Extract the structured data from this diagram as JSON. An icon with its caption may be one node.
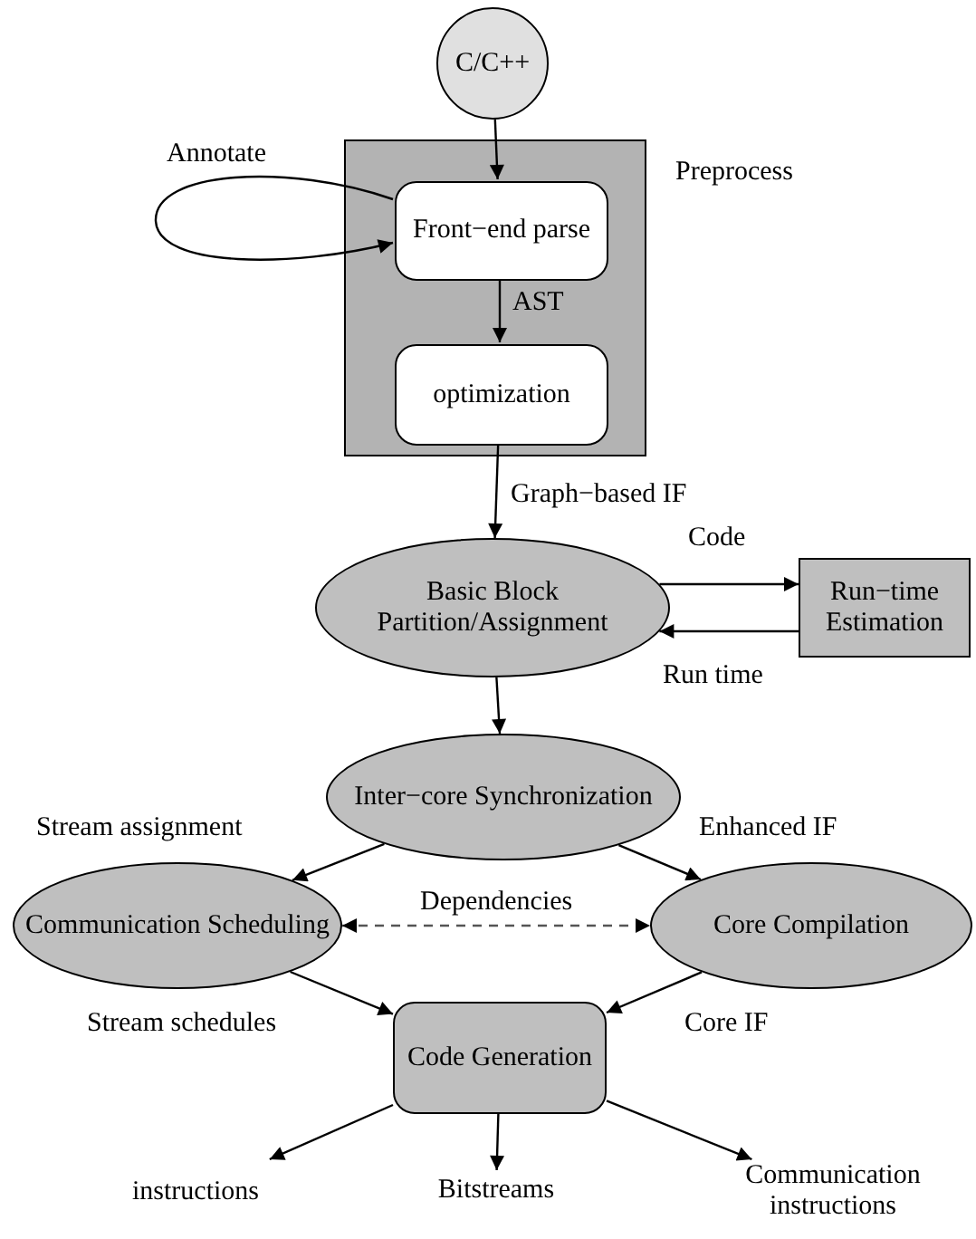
{
  "diagram": {
    "nodes": [
      {
        "text": [
          "C/C++"
        ]
      },
      {
        "text": [
          "Preprocess"
        ]
      },
      {
        "text": [
          "Front−end parse"
        ],
        "in": 1
      },
      {
        "text": [
          "optimization"
        ],
        "in": 1
      },
      {
        "text": [
          "Basic Block Partition/Assignment"
        ]
      },
      {
        "text": [
          "Run−time Estimation"
        ]
      },
      {
        "text": [
          "Inter−core Synchronization"
        ]
      },
      {
        "text": [
          "Communication Scheduling"
        ]
      },
      {
        "text": [
          "Core Compilation"
        ]
      },
      {
        "text": [
          "Code Generation"
        ]
      },
      {
        "text": [
          "instructions"
        ]
      },
      {
        "text": [
          "Bitstreams"
        ]
      },
      {
        "text": [
          "Communication instructions"
        ]
      }
    ],
    "edges": [
      {
        "from": 0,
        "to": 2,
        "arrow": "to"
      },
      {
        "from": 2,
        "to": 2,
        "arrow": "to",
        "label": "Annotate"
      },
      {
        "from": 2,
        "to": 3,
        "arrow": "to",
        "label": "AST"
      },
      {
        "from": 3,
        "to": 4,
        "arrow": "to",
        "label": "Graph−based IF"
      },
      {
        "from": 4,
        "to": 5,
        "arrow": "to",
        "label": "Code"
      },
      {
        "from": 5,
        "to": 4,
        "arrow": "to",
        "label": "Run time"
      },
      {
        "from": 4,
        "to": 6,
        "arrow": "to"
      },
      {
        "from": 6,
        "to": 7,
        "arrow": "to",
        "label": "Stream assignment"
      },
      {
        "from": 6,
        "to": 8,
        "arrow": "to",
        "label": "Enhanced IF"
      },
      {
        "from": 7,
        "to": 8,
        "arrow": "both",
        "label": "Dependencies",
        "style": "dashed",
        "color": "#555555"
      },
      {
        "from": 7,
        "to": 9,
        "arrow": "to",
        "label": "Stream schedules"
      },
      {
        "from": 8,
        "to": 9,
        "arrow": "to",
        "label": "Core IF"
      },
      {
        "from": 9,
        "to": 10,
        "arrow": "to"
      },
      {
        "from": 9,
        "to": 11,
        "arrow": "to"
      },
      {
        "from": 9,
        "to": 12,
        "arrow": "to"
      }
    ]
  }
}
